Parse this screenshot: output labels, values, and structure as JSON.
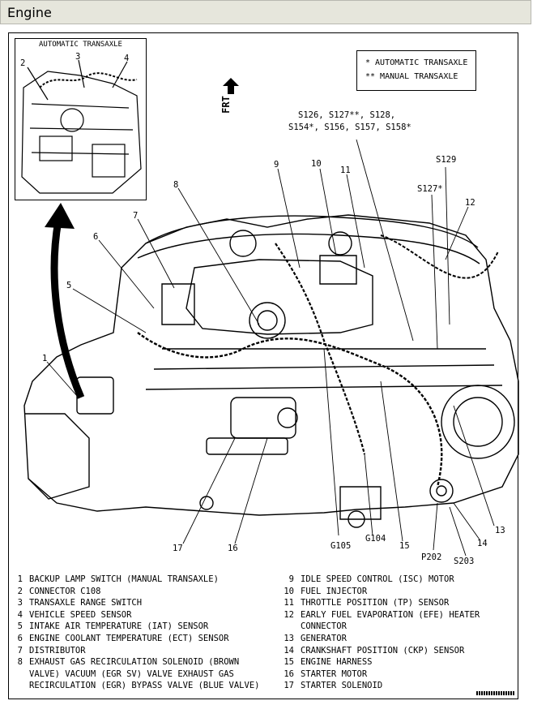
{
  "window": {
    "title": "Engine"
  },
  "inset": {
    "title": "AUTOMATIC TRANSAXLE",
    "callouts": [
      "2",
      "3",
      "4"
    ]
  },
  "legend": {
    "auto": "* AUTOMATIC TRANSAXLE",
    "manual": "** MANUAL TRANSAXLE"
  },
  "front_label": "FRT",
  "splice_text": {
    "line1": "S126, S127**, S128,",
    "line2": "S154*, S156, S157, S158*"
  },
  "callouts": {
    "c1": "1",
    "c5": "5",
    "c6": "6",
    "c7": "7",
    "c8": "8",
    "c9": "9",
    "c10": "10",
    "c11": "11",
    "c12": "12",
    "c13": "13",
    "c14": "14",
    "c15": "15",
    "c16": "16",
    "c17": "17",
    "s129": "S129",
    "s127": "S127*",
    "g104": "G104",
    "g105": "G105",
    "p202": "P202",
    "s203": "S203"
  },
  "key_left": [
    {
      "num": "1",
      "text": "BACKUP LAMP SWITCH (MANUAL TRANSAXLE)"
    },
    {
      "num": "2",
      "text": "CONNECTOR C108"
    },
    {
      "num": "3",
      "text": "TRANSAXLE RANGE SWITCH"
    },
    {
      "num": "4",
      "text": "VEHICLE SPEED SENSOR"
    },
    {
      "num": "5",
      "text": "INTAKE AIR TEMPERATURE (IAT) SENSOR"
    },
    {
      "num": "6",
      "text": "ENGINE COOLANT TEMPERATURE (ECT) SENSOR"
    },
    {
      "num": "7",
      "text": "DISTRIBUTOR"
    },
    {
      "num": "8",
      "text": "EXHAUST GAS RECIRCULATION SOLENOID (BROWN"
    },
    {
      "num": "",
      "text": "VALVE) VACUUM (EGR SV) VALVE  EXHAUST GAS"
    },
    {
      "num": "",
      "text": "RECIRCULATION (EGR) BYPASS VALVE (BLUE VALVE)"
    }
  ],
  "key_right": [
    {
      "num": "9",
      "text": "IDLE SPEED CONTROL (ISC) MOTOR"
    },
    {
      "num": "10",
      "text": "FUEL INJECTOR"
    },
    {
      "num": "11",
      "text": "THROTTLE POSITION (TP) SENSOR"
    },
    {
      "num": "12",
      "text": "EARLY FUEL EVAPORATION (EFE) HEATER"
    },
    {
      "num": "",
      "text": "CONNECTOR"
    },
    {
      "num": "13",
      "text": "GENERATOR"
    },
    {
      "num": "14",
      "text": "CRANKSHAFT POSITION (CKP) SENSOR"
    },
    {
      "num": "15",
      "text": "ENGINE HARNESS"
    },
    {
      "num": "16",
      "text": "STARTER MOTOR"
    },
    {
      "num": "17",
      "text": "STARTER SOLENOID"
    }
  ]
}
